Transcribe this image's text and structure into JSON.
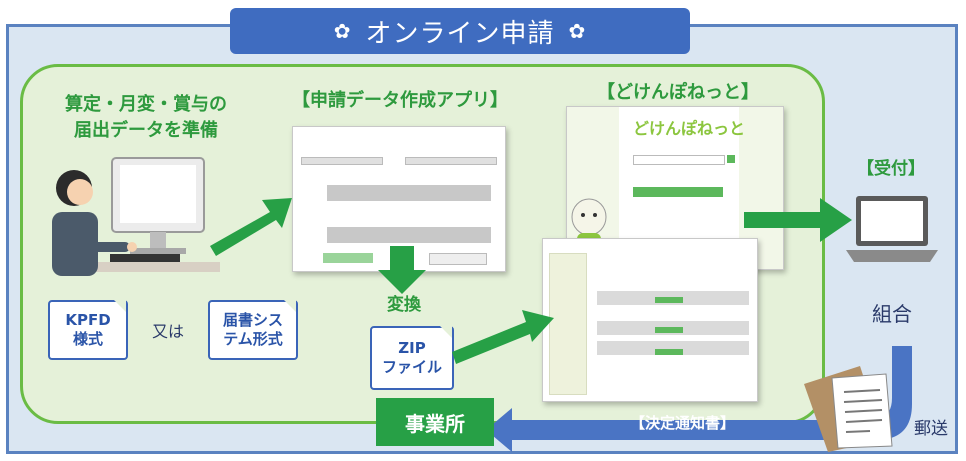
{
  "banner": {
    "title": "オンライン申請",
    "flower_icon": "✿"
  },
  "prep": {
    "line1": "算定・月変・賞与の",
    "line2": "届出データを準備"
  },
  "docs": {
    "kpfd_1": "KPFD",
    "kpfd_2": "様式",
    "or": "又は",
    "sys_1": "届書シス",
    "sys_2": "テム形式"
  },
  "app": {
    "title": "【申請データ作成アプリ】"
  },
  "henkan": "変換",
  "zip": {
    "line1": "ZIP",
    "line2": "ファイル"
  },
  "dokenpo": {
    "title": "【どけんぽねっと】",
    "logo": "どけんぽねっと"
  },
  "uketsuke": {
    "title": "【受付】"
  },
  "kumiai": "組合",
  "yuso": "郵送",
  "kettei": "【決定通知書】",
  "jigyosho": "事業所",
  "colors": {
    "banner": "#3f6cc0",
    "arrow_green": "#27a046",
    "arrow_blue": "#4a74c4",
    "panel_green": "#e5f1d9",
    "frame_blue": "#dae6f2"
  }
}
